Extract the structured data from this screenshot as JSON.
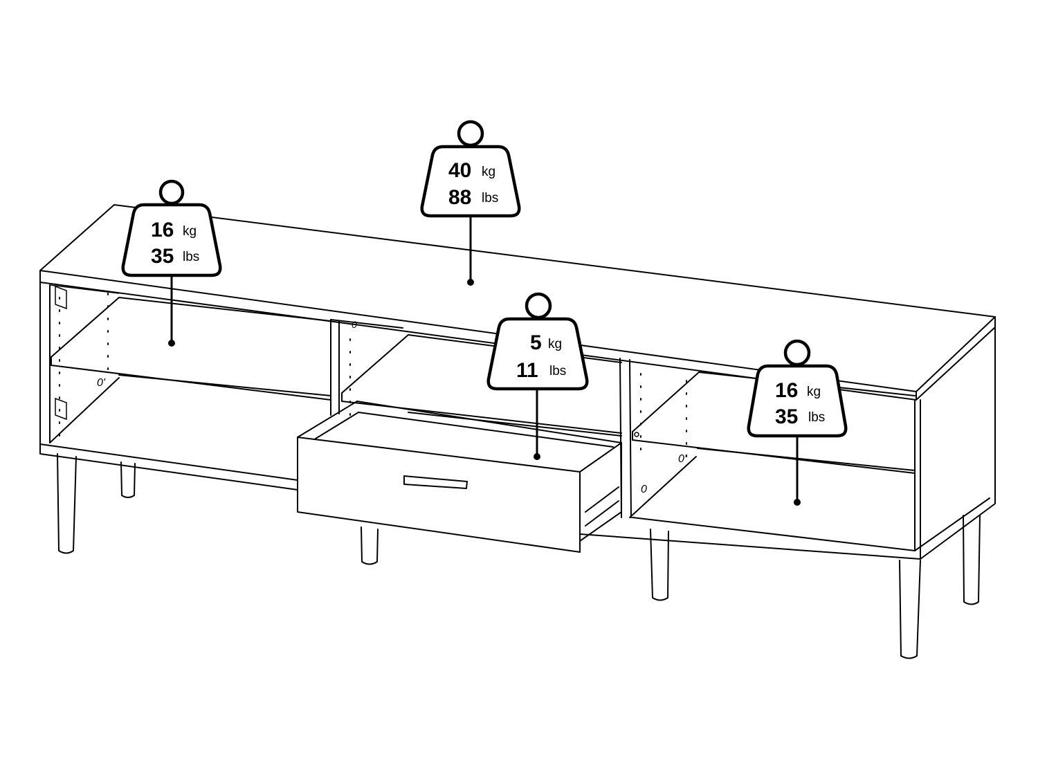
{
  "weights": [
    {
      "id": "left-shelf",
      "kg_value": "16",
      "kg_unit": "kg",
      "lbs_value": "35",
      "lbs_unit": "lbs"
    },
    {
      "id": "top",
      "kg_value": "40",
      "kg_unit": "kg",
      "lbs_value": "88",
      "lbs_unit": "lbs"
    },
    {
      "id": "drawer",
      "kg_value": "5",
      "kg_unit": "kg",
      "lbs_value": "11",
      "lbs_unit": "lbs"
    },
    {
      "id": "right-shelf",
      "kg_value": "16",
      "kg_unit": "kg",
      "lbs_value": "35",
      "lbs_unit": "lbs"
    }
  ]
}
